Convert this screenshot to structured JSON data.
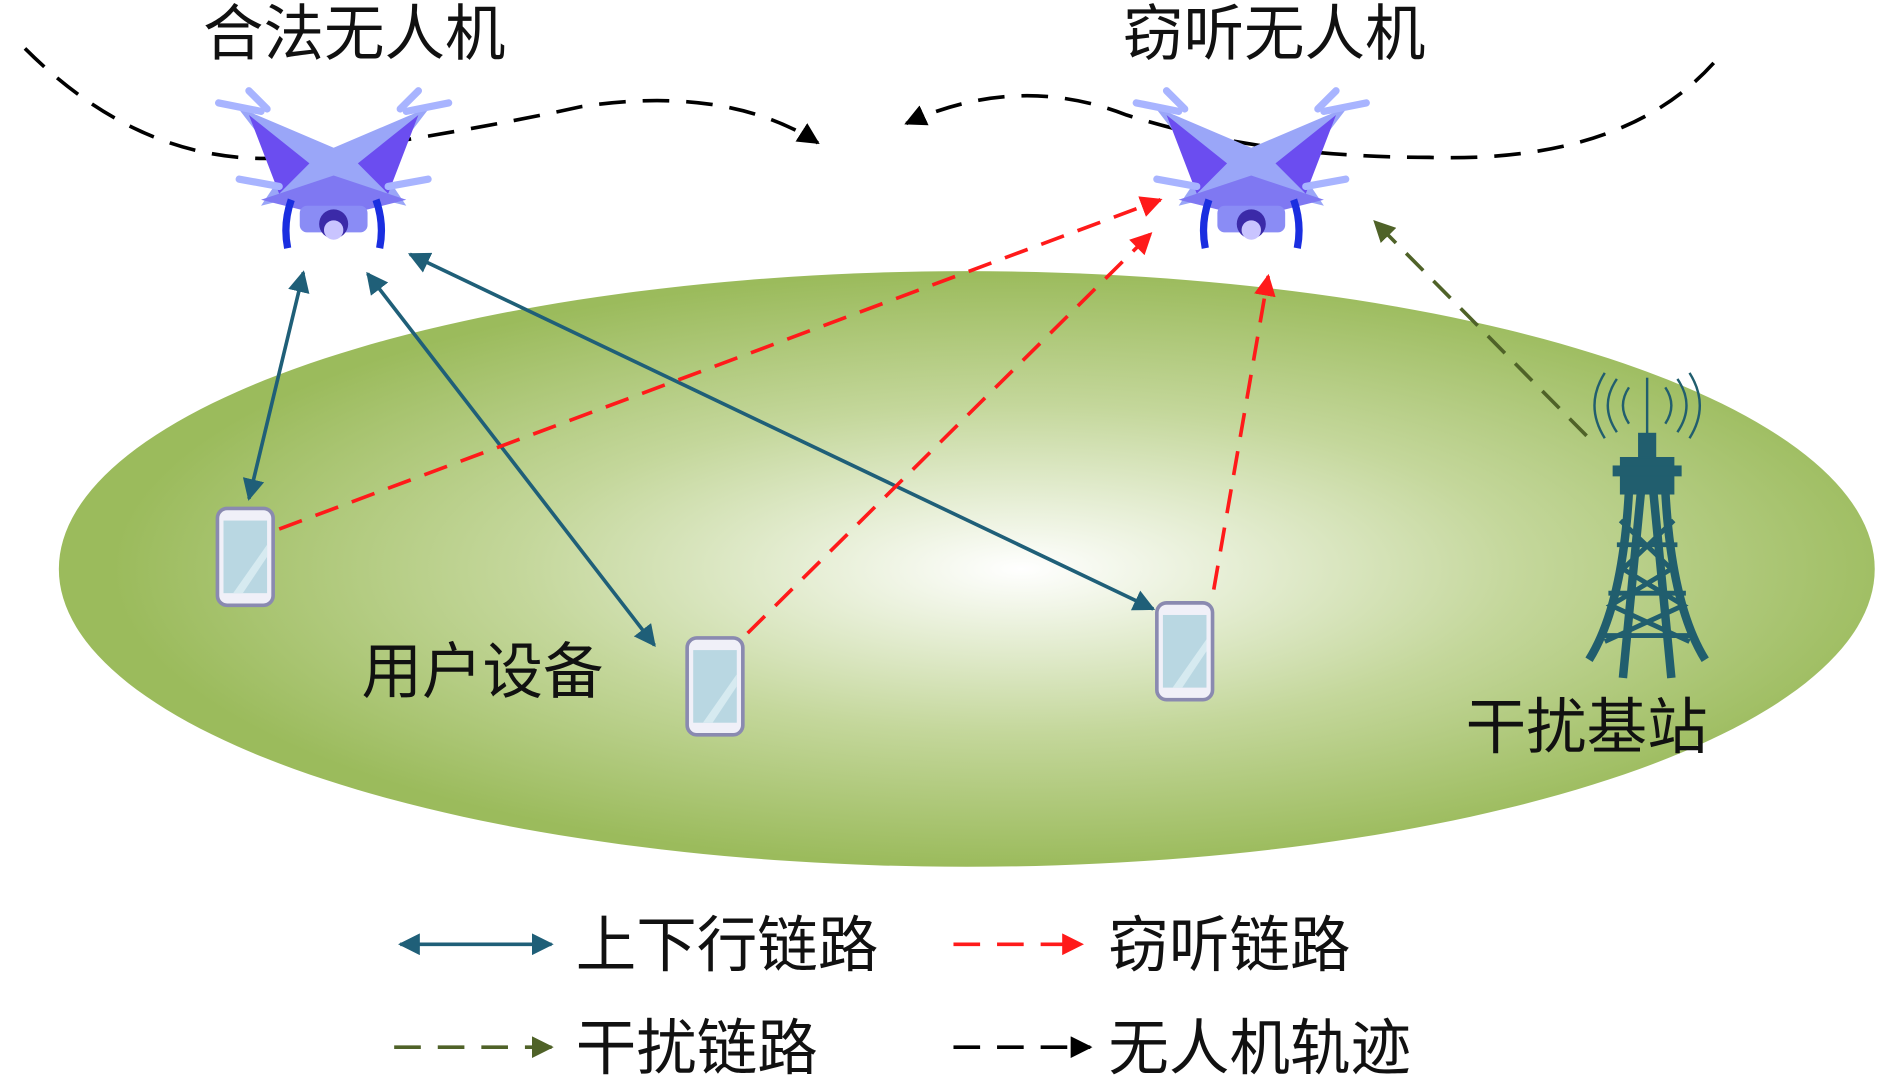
{
  "labels": {
    "legit_uav": "合法无人机",
    "eaves_uav": "窃听无人机",
    "user_equipment": "用户设备",
    "jammer": "干扰基站"
  },
  "legend": [
    {
      "label": "上下行链路",
      "style": "solid-double-arrow",
      "color": "#1f5f78"
    },
    {
      "label": "窃听链路",
      "style": "dashed-arrow",
      "color": "#ff1a1a"
    },
    {
      "label": "干扰链路",
      "style": "dashed-arrow",
      "color": "#4f6228"
    },
    {
      "label": "无人机轨迹",
      "style": "dashed-arrow",
      "color": "#000000"
    }
  ],
  "colors": {
    "ground_outer": "#9bbb5c",
    "ground_center": "#ffffff",
    "tower": "#215e6e",
    "drone": "#8a8cf5"
  }
}
